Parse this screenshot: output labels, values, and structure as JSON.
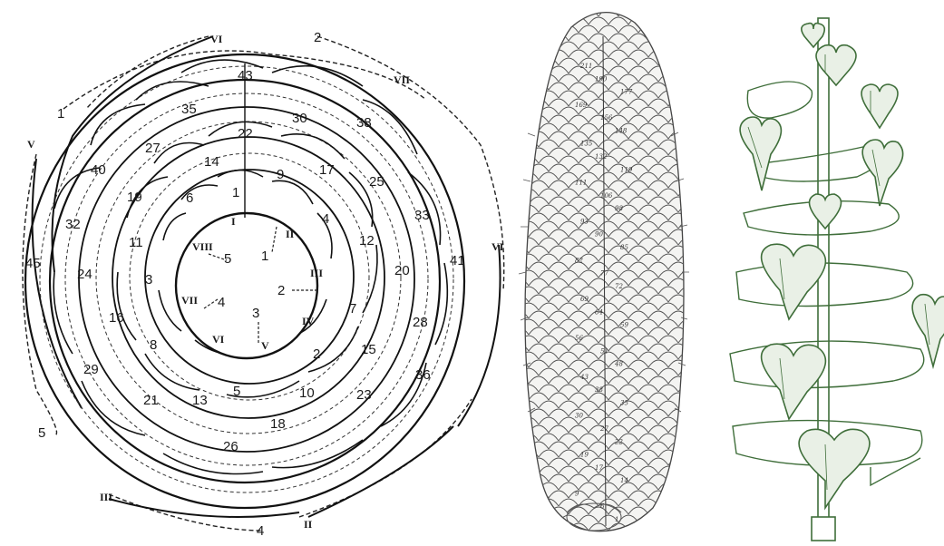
{
  "panels": {
    "phyllotaxis": {
      "scale_numbers": [
        "43",
        "35",
        "30",
        "38",
        "22",
        "27",
        "14",
        "9",
        "17",
        "25",
        "40",
        "1",
        "19",
        "6",
        "4",
        "33",
        "12",
        "32",
        "11",
        "20",
        "41",
        "45",
        "24",
        "3",
        "2",
        "16",
        "7",
        "8",
        "28",
        "15",
        "29",
        "21",
        "13",
        "5",
        "10",
        "23",
        "36",
        "18",
        "26"
      ],
      "center_arrows": [
        "5",
        "1",
        "2",
        "4",
        "3"
      ],
      "center_romans": [
        "I",
        "II",
        "III",
        "IV",
        "V",
        "VI",
        "VII",
        "VIII"
      ],
      "outer_romans": [
        "VI",
        "VII",
        "V",
        "VI",
        "III",
        "II"
      ],
      "outer_numbers": [
        "2",
        "1",
        "5",
        "4"
      ]
    },
    "cone": {
      "labels": [
        "211",
        "190",
        "177",
        "169",
        "156",
        "148",
        "135",
        "132",
        "119",
        "111",
        "106",
        "98",
        "93",
        "90",
        "85",
        "82",
        "77",
        "72",
        "69",
        "64",
        "59",
        "56",
        "51",
        "48",
        "43",
        "38",
        "35",
        "30",
        "27",
        "22",
        "19",
        "17",
        "14",
        "9",
        "6",
        "1"
      ]
    },
    "vine": {
      "color": "#3f6e3a"
    }
  }
}
